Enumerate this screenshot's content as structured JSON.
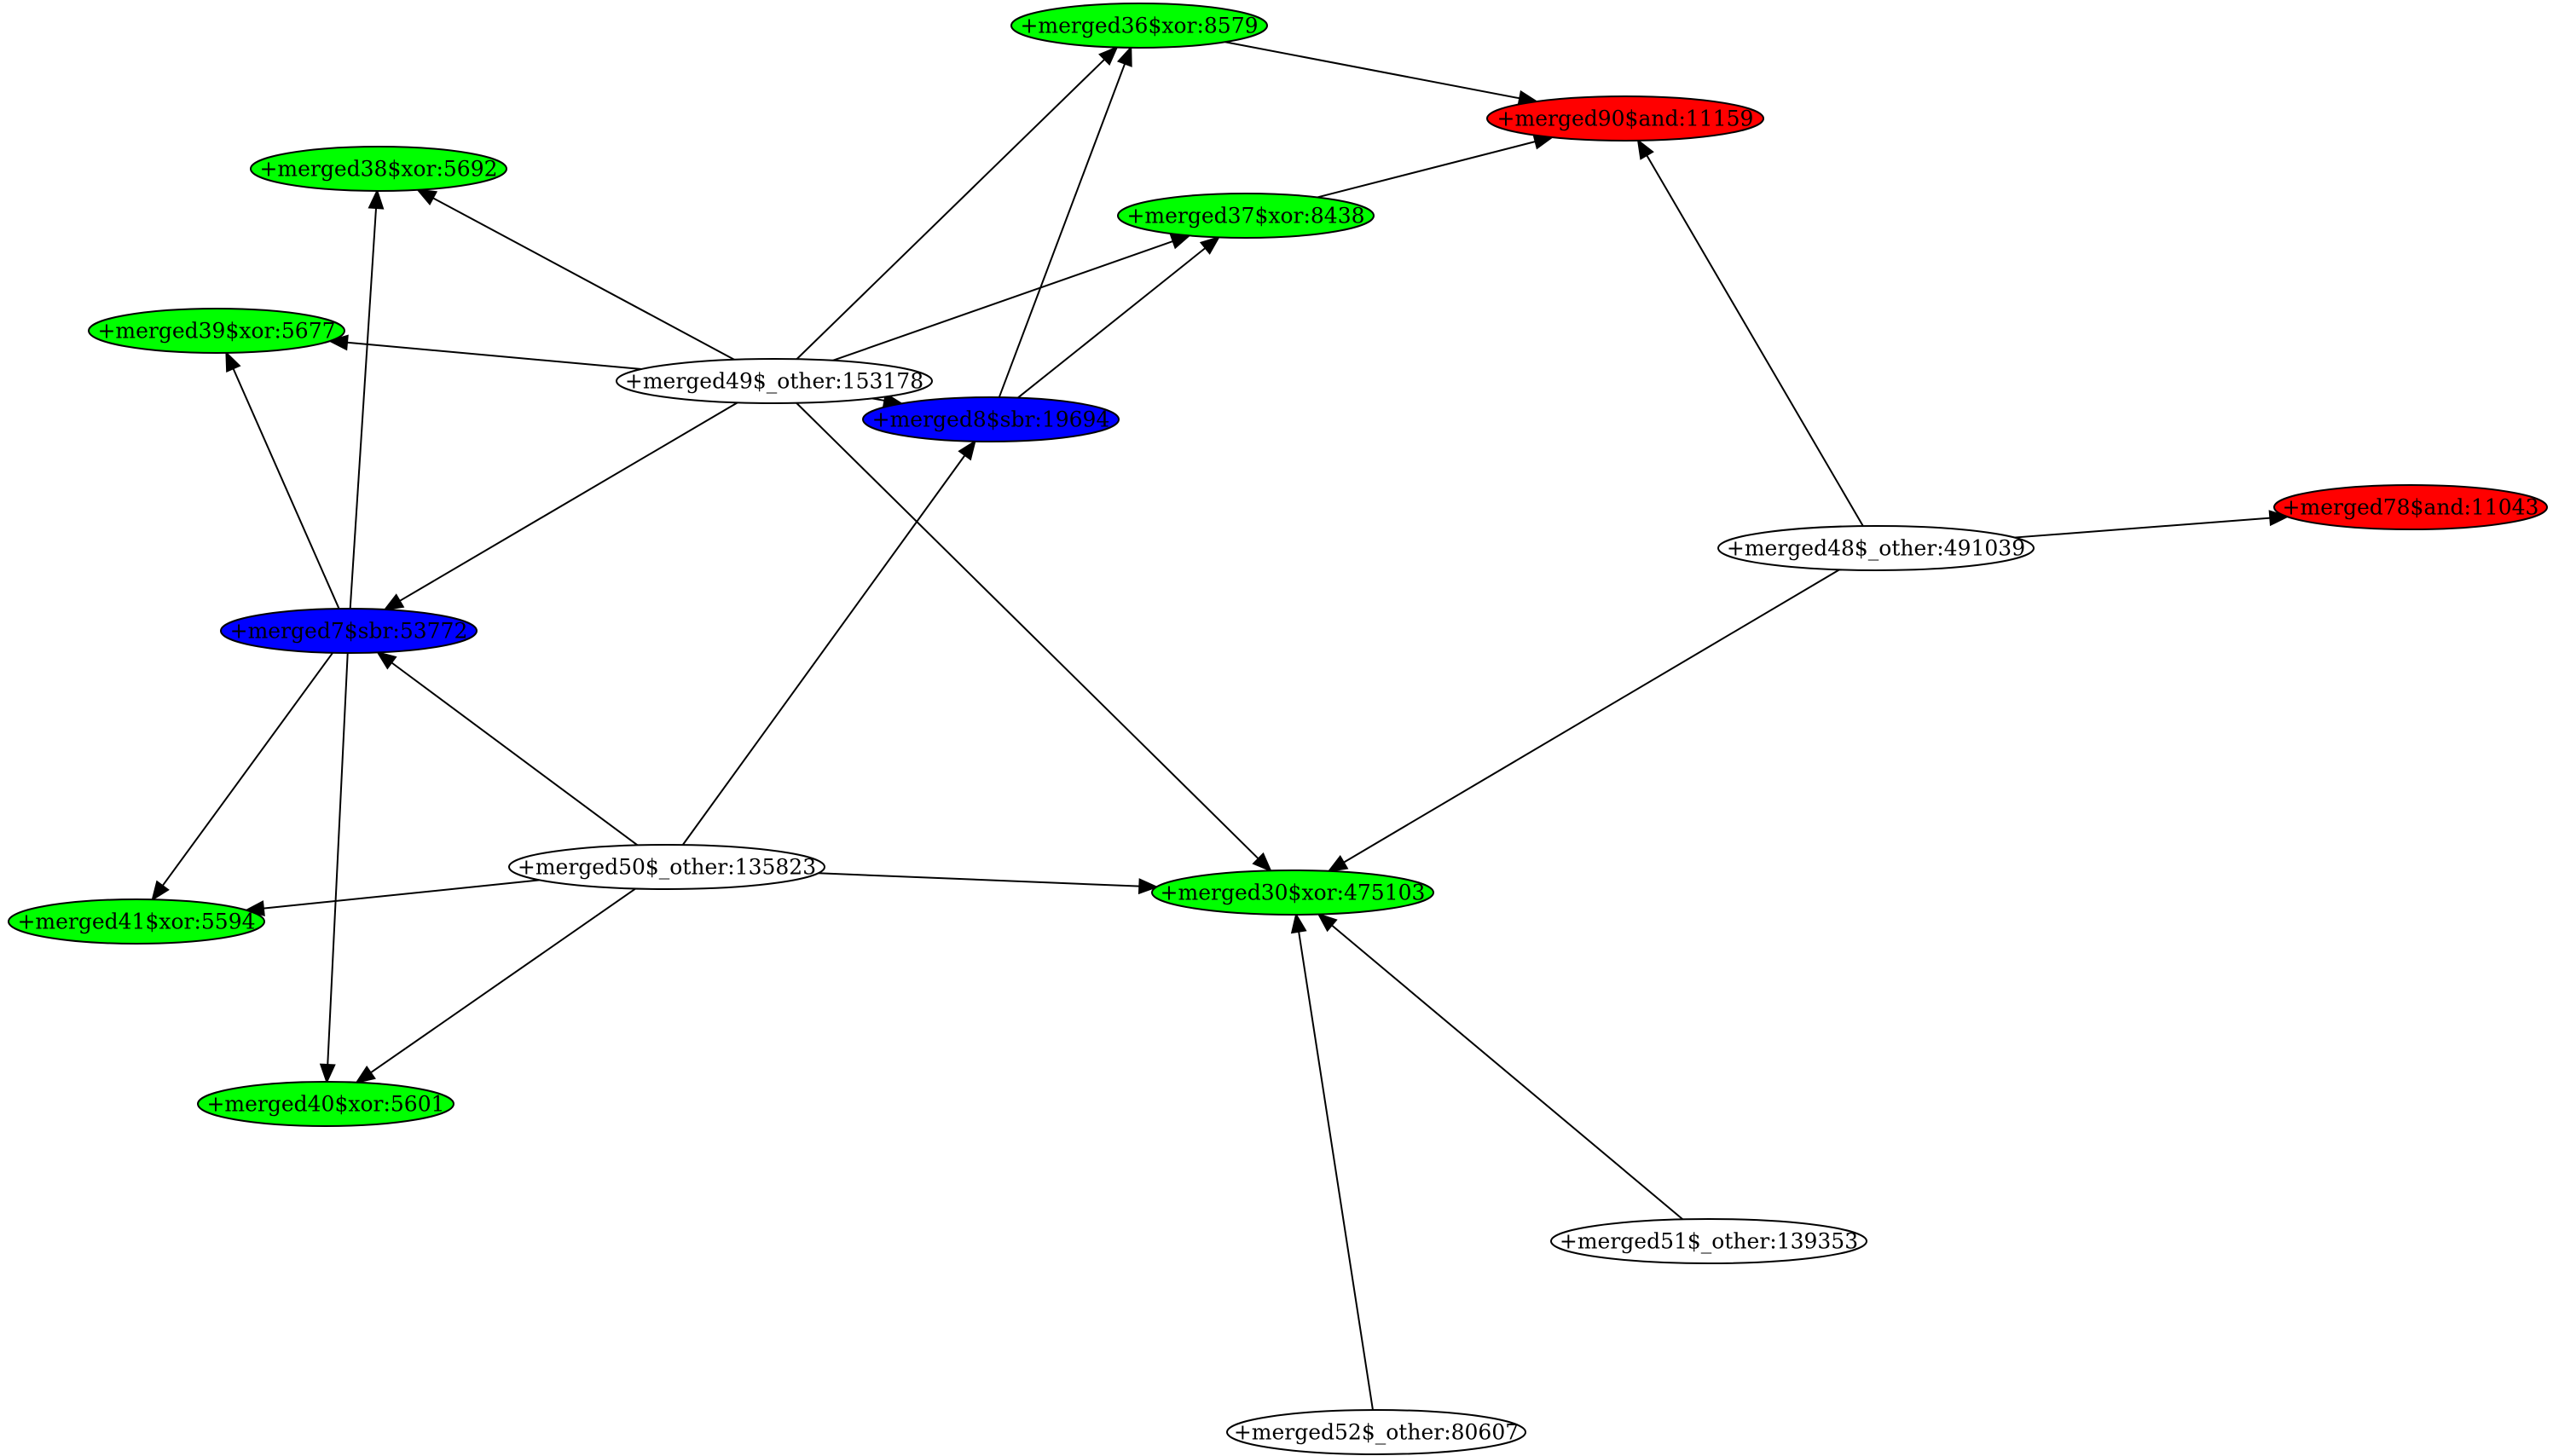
{
  "colors": {
    "xor": "#00ff00",
    "and": "#ff0000",
    "sbr": "#0000ff",
    "other": "#ffffff",
    "edge": "#000000"
  },
  "nodes": [
    {
      "id": "merged36",
      "label": "+merged36$xor:8579",
      "kind": "xor"
    },
    {
      "id": "merged90",
      "label": "+merged90$and:11159",
      "kind": "and"
    },
    {
      "id": "merged38",
      "label": "+merged38$xor:5692",
      "kind": "xor"
    },
    {
      "id": "merged37",
      "label": "+merged37$xor:8438",
      "kind": "xor"
    },
    {
      "id": "merged39",
      "label": "+merged39$xor:5677",
      "kind": "xor"
    },
    {
      "id": "merged49",
      "label": "+merged49$_other:153178",
      "kind": "other"
    },
    {
      "id": "merged8",
      "label": "+merged8$sbr:19694",
      "kind": "sbr"
    },
    {
      "id": "merged78",
      "label": "+merged78$and:11043",
      "kind": "and"
    },
    {
      "id": "merged48",
      "label": "+merged48$_other:491039",
      "kind": "other"
    },
    {
      "id": "merged7",
      "label": "+merged7$sbr:53772",
      "kind": "sbr"
    },
    {
      "id": "merged50",
      "label": "+merged50$_other:135823",
      "kind": "other"
    },
    {
      "id": "merged30",
      "label": "+merged30$xor:475103",
      "kind": "xor"
    },
    {
      "id": "merged41",
      "label": "+merged41$xor:5594",
      "kind": "xor"
    },
    {
      "id": "merged40",
      "label": "+merged40$xor:5601",
      "kind": "xor"
    },
    {
      "id": "merged51",
      "label": "+merged51$_other:139353",
      "kind": "other"
    },
    {
      "id": "merged52",
      "label": "+merged52$_other:80607",
      "kind": "other"
    }
  ],
  "edges": [
    {
      "from": "merged36",
      "to": "merged90"
    },
    {
      "from": "merged37",
      "to": "merged90"
    },
    {
      "from": "merged48",
      "to": "merged90"
    },
    {
      "from": "merged49",
      "to": "merged36"
    },
    {
      "from": "merged8",
      "to": "merged36"
    },
    {
      "from": "merged49",
      "to": "merged38"
    },
    {
      "from": "merged7",
      "to": "merged38"
    },
    {
      "from": "merged49",
      "to": "merged37"
    },
    {
      "from": "merged8",
      "to": "merged37"
    },
    {
      "from": "merged49",
      "to": "merged39"
    },
    {
      "from": "merged7",
      "to": "merged39"
    },
    {
      "from": "merged49",
      "to": "merged8"
    },
    {
      "from": "merged50",
      "to": "merged8"
    },
    {
      "from": "merged49",
      "to": "merged7"
    },
    {
      "from": "merged50",
      "to": "merged7"
    },
    {
      "from": "merged49",
      "to": "merged30"
    },
    {
      "from": "merged48",
      "to": "merged30"
    },
    {
      "from": "merged50",
      "to": "merged30"
    },
    {
      "from": "merged51",
      "to": "merged30"
    },
    {
      "from": "merged52",
      "to": "merged30"
    },
    {
      "from": "merged48",
      "to": "merged78"
    },
    {
      "from": "merged7",
      "to": "merged41"
    },
    {
      "from": "merged50",
      "to": "merged41"
    },
    {
      "from": "merged7",
      "to": "merged40"
    },
    {
      "from": "merged50",
      "to": "merged40"
    }
  ]
}
